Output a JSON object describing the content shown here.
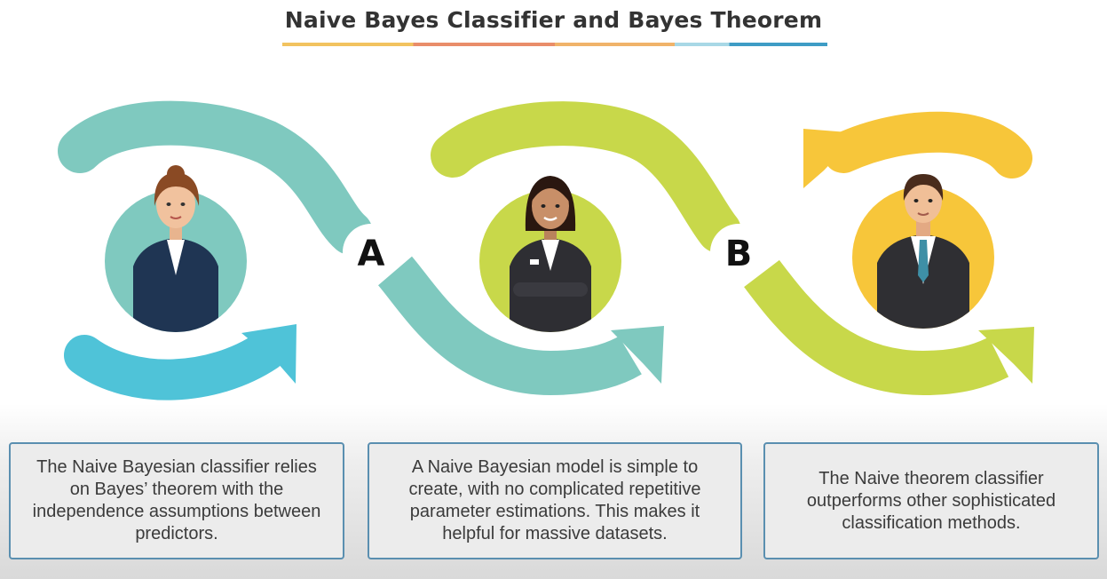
{
  "title": "Naive Bayes Classifier and Bayes Theorem",
  "steps": {
    "a": "A",
    "b": "B"
  },
  "boxes": [
    {
      "text": "The Naive Bayesian classifier relies on Bayes’ theorem with the independence assumptions between predictors."
    },
    {
      "text": "A Naive Bayesian model is simple to create, with no complicated repetitive parameter estimations. This makes it helpful for massive datasets."
    },
    {
      "text": "The Naive theorem classifier outperforms other sophisticated classification methods."
    }
  ],
  "colors": {
    "teal": "#7fc9bf",
    "cyan": "#4fc3d8",
    "lime": "#c8d84a",
    "yellow": "#f7c63a",
    "box_border": "#5a8fb0"
  },
  "icons": [
    "woman-avatar-icon",
    "woman-avatar-icon",
    "man-avatar-icon",
    "arrow-icon"
  ]
}
